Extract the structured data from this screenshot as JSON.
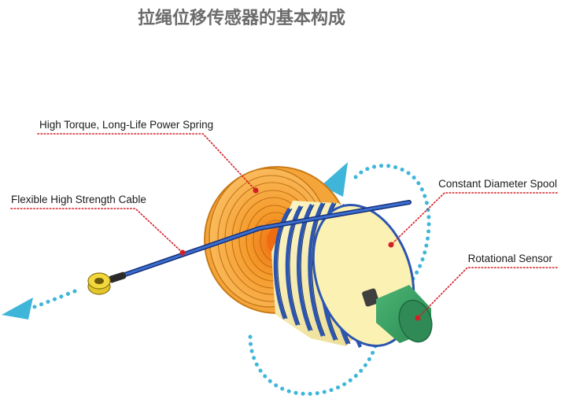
{
  "title": "拉绳位移传感器的基本构成",
  "labels": {
    "power_spring": "High Torque, Long-Life Power Spring",
    "cable": "Flexible High Strength Cable",
    "spool": "Constant Diameter Spool",
    "sensor": "Rotational Sensor"
  },
  "colors": {
    "spring": "#f7a935",
    "spring_core": "#f07a1e",
    "spool_face": "#fbf1b2",
    "cable": "#2b5cb8",
    "sensor": "#3aa163",
    "arrow": "#3fb6d9",
    "leader": "#d31f26"
  }
}
